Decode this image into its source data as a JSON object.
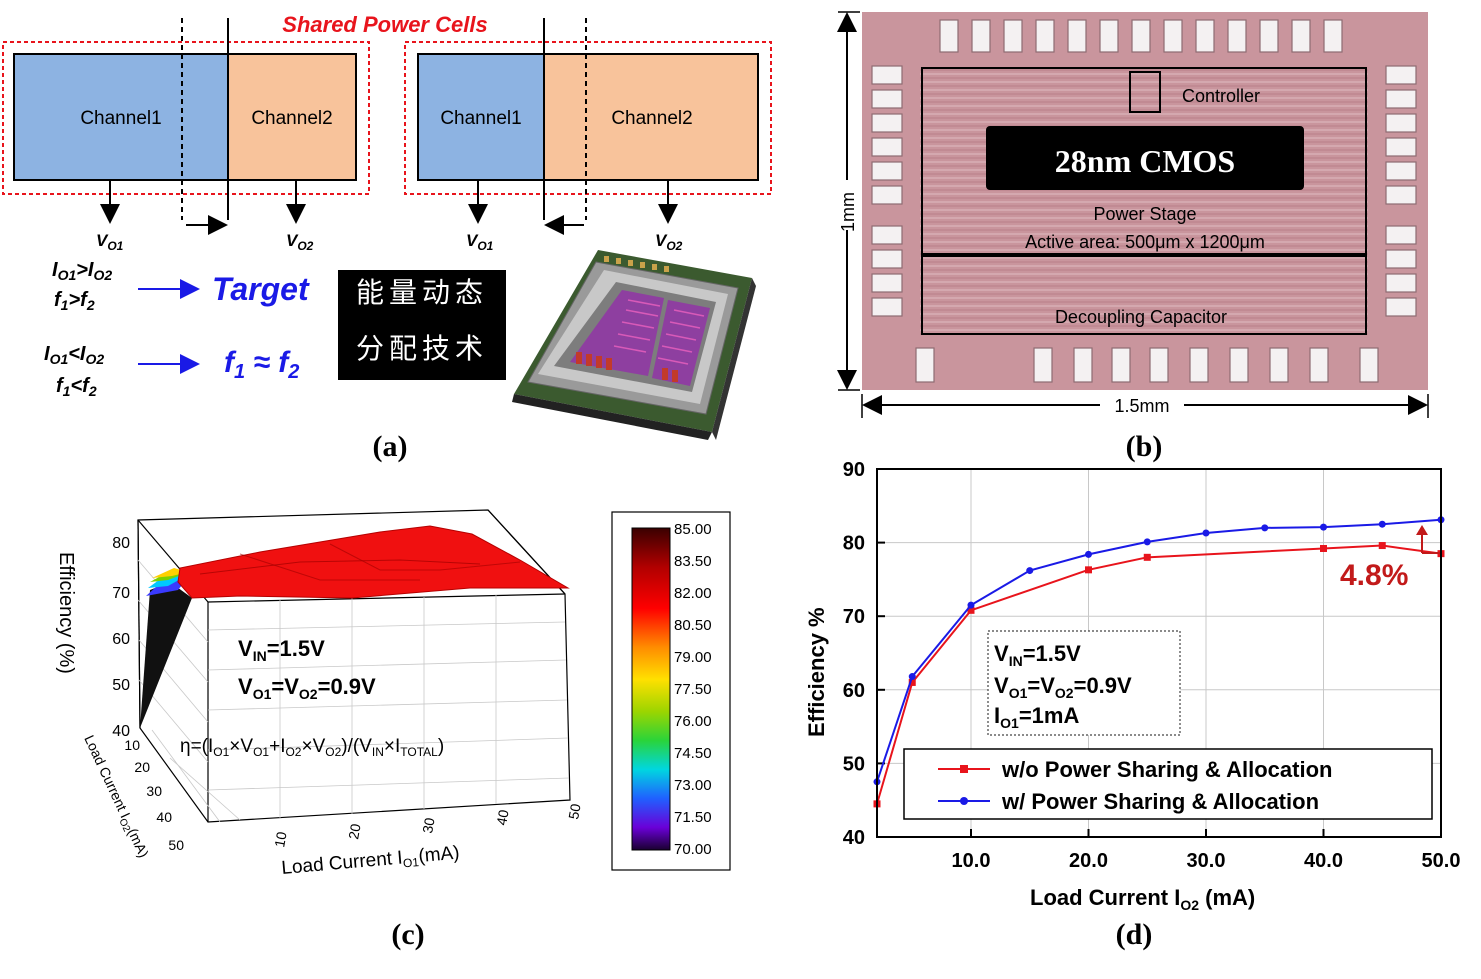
{
  "panel_a": {
    "shared_label": "Shared Power Cells",
    "left": {
      "ch1": "Channel1",
      "ch2": "Channel2",
      "vo1": "V",
      "vo1_sub": "O1",
      "vo2": "V",
      "vo2_sub": "O2"
    },
    "right": {
      "ch1": "Channel1",
      "ch2": "Channel2",
      "vo1": "V",
      "vo1_sub": "O1",
      "vo2": "V",
      "vo2_sub": "O2"
    },
    "cond1_line1": "I",
    "cond1_line1_sub1": "O1",
    "cond1_op": ">I",
    "cond1_line1_sub2": "O2",
    "cond1_line2": "f",
    "cond1_line2_sub1": "1",
    "cond1_line2_op": ">f",
    "cond1_line2_sub2": "2",
    "cond2_line1": "I",
    "cond2_line1_sub1": "O1",
    "cond2_op": "<I",
    "cond2_line1_sub2": "O2",
    "cond2_line2": "f",
    "cond2_line2_sub1": "1",
    "cond2_line2_op": "<f",
    "cond2_line2_sub2": "2",
    "target": "Target",
    "result2": "f",
    "result2_sub1": "1",
    "result2_op": " ≈ f",
    "result2_sub2": "2",
    "chinese_line1": "能量动态",
    "chinese_line2": "分配技术",
    "caption": "(a)"
  },
  "panel_b": {
    "controller": "Controller",
    "cmos": "28nm CMOS",
    "power_stage": "Power Stage",
    "active_area": "Active area: 500μm x 1200μm",
    "decoupling": "Decoupling Capacitor",
    "height_dim": "1mm",
    "width_dim": "1.5mm",
    "caption": "(b)",
    "colors": {
      "die": "#c9959d",
      "pad": "#f4f1f2"
    }
  },
  "panel_c": {
    "zlabel": "Efficiency (%)",
    "xlabel": "Load Current I",
    "xlabel_sub": "O1",
    "xlabel_unit": "(mA)",
    "ylabel": "Load Current I",
    "ylabel_sub": "O2",
    "ylabel_unit": "(mA)",
    "vin": "V",
    "vin_sub": "IN",
    "vin_val": "=1.5V",
    "vo": "V",
    "vo_sub1": "O1",
    "vo_mid": "=V",
    "vo_sub2": "O2",
    "vo_val": "=0.9V",
    "eta_formula_parts": [
      "η=(I",
      "O1",
      "×V",
      "O1",
      "+I",
      "O2",
      "×V",
      "O2",
      ")/(V",
      "IN",
      "×I",
      "TOTAL",
      ")"
    ],
    "z_ticks": [
      "80",
      "70",
      "60",
      "50",
      "40"
    ],
    "x_ticks": [
      "10",
      "20",
      "30",
      "40",
      "50"
    ],
    "y_ticks": [
      "10",
      "20",
      "30",
      "40",
      "50"
    ],
    "colorbar_ticks": [
      "85.00",
      "83.50",
      "82.00",
      "80.50",
      "79.00",
      "77.50",
      "76.00",
      "74.50",
      "73.00",
      "71.50",
      "70.00"
    ],
    "caption": "(c)"
  },
  "panel_d": {
    "caption": "(d)",
    "annotation_box": {
      "vin": "V",
      "vin_sub": "IN",
      "vin_val": "=1.5V",
      "vo": "V",
      "vo_sub1": "O1",
      "vo_mid": "=V",
      "vo_sub2": "O2",
      "vo_val": "=0.9V",
      "io1": "I",
      "io1_sub": "O1",
      "io1_val": "=1mA"
    },
    "gap_label": "4.8%"
  },
  "chart_data": {
    "type": "line",
    "xlabel": "Load Current I",
    "xlabel_sub": "O2",
    "xlabel_unit": " (mA)",
    "ylabel": "Efficiency %",
    "xlim": [
      2,
      50
    ],
    "ylim": [
      40,
      90
    ],
    "x_ticks": [
      10,
      20,
      30,
      40,
      50
    ],
    "x_tick_labels": [
      "10.0",
      "20.0",
      "30.0",
      "40.0",
      "50.0"
    ],
    "y_ticks": [
      40,
      50,
      60,
      70,
      80,
      90
    ],
    "y_tick_labels": [
      "40",
      "50",
      "60",
      "70",
      "80",
      "90"
    ],
    "grid": true,
    "legend": "bottom-center",
    "series": [
      {
        "name": "w/o Power Sharing & Allocation",
        "color": "#e8141c",
        "x": [
          2,
          5,
          10,
          20,
          25,
          40,
          45,
          50
        ],
        "y": [
          44.5,
          61,
          70.8,
          76.3,
          78,
          79.2,
          79.6,
          78.5
        ]
      },
      {
        "name": "w/ Power Sharing & Allocation",
        "color": "#1a1ae6",
        "x": [
          2,
          5,
          10,
          15,
          20,
          25,
          30,
          35,
          40,
          45,
          50
        ],
        "y": [
          47.5,
          61.8,
          71.5,
          76.2,
          78.4,
          80.1,
          81.3,
          82,
          82.1,
          82.5,
          83.1
        ]
      }
    ]
  }
}
